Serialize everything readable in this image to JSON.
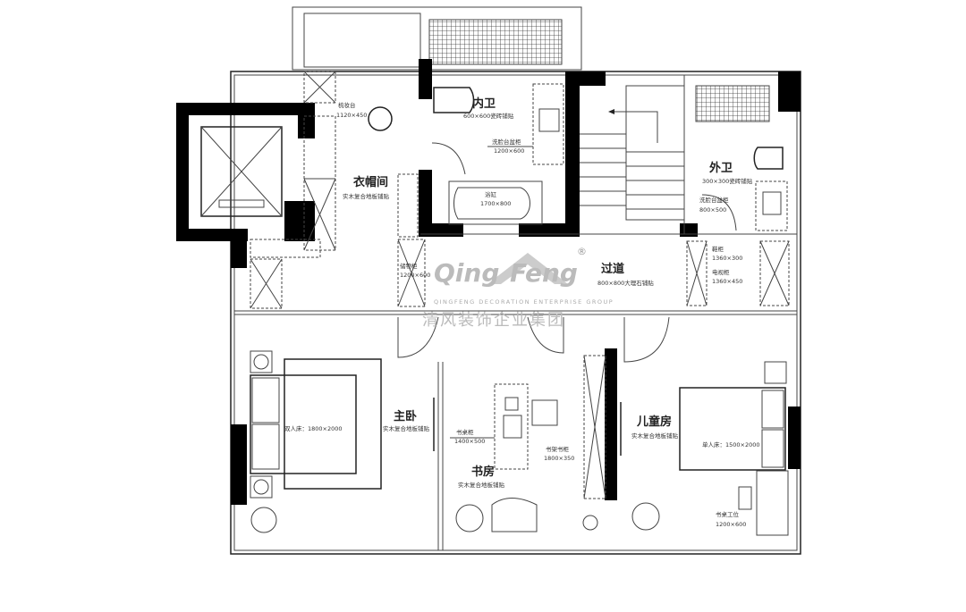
{
  "rooms": {
    "closet": {
      "name": "衣帽间",
      "note": "实木复合地板铺贴",
      "dresser": "梳妆台",
      "dresser_size": "1120×450"
    },
    "inner_bath": {
      "name": "内卫",
      "note": "600×600瓷砖铺贴",
      "vanity": "洗脸台盆柜",
      "vanity_size": "1200×600",
      "tub": "浴缸",
      "tub_size": "1700×800"
    },
    "outer_bath": {
      "name": "外卫",
      "note": "300×300瓷砖铺贴",
      "vanity": "洗脸台盆柜",
      "vanity_size": "800×500"
    },
    "corridor": {
      "name": "过道",
      "note": "800×800大理石铺贴",
      "cab1": "鞋柜",
      "cab1_size": "1360×300",
      "cab2": "电视柜",
      "cab2_size": "1360×450",
      "cab3": "储物柜",
      "cab3_size": "1200×600"
    },
    "master": {
      "name": "主卧",
      "note": "实木复合地板铺贴",
      "bed": "双人床：1800×2000"
    },
    "study": {
      "name": "书房",
      "note": "实木复合地板铺贴",
      "desk": "书桌柜",
      "desk_size": "1400×500",
      "shelf": "书架书柜",
      "shelf_size": "1800×350"
    },
    "kids": {
      "name": "儿童房",
      "note": "实木复合地板铺贴",
      "bed": "单人床：1500×2000",
      "desk": "书桌工位",
      "desk_size": "1200×600"
    }
  },
  "watermark": {
    "logo_left": "Qing",
    "logo_right": "Feng",
    "registered": "®",
    "tagline": "QINGFENG DECORATION ENTERPRISE GROUP",
    "company": "清风装饰企业集团"
  }
}
